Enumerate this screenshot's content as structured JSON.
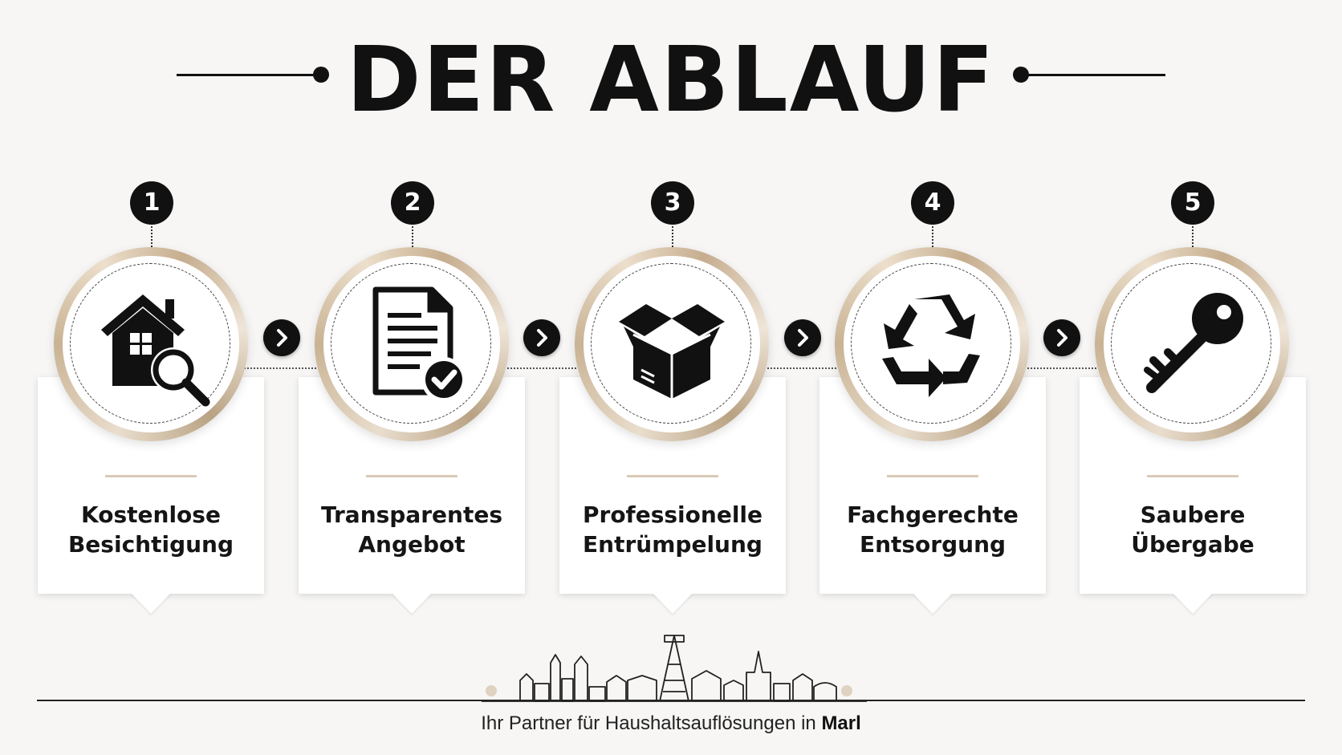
{
  "title": "DER ABLAUF",
  "steps": [
    {
      "number": "1",
      "icon": "house-magnifier-icon",
      "label_line1": "Kostenlose",
      "label_line2": "Besichtigung"
    },
    {
      "number": "2",
      "icon": "document-check-icon",
      "label_line1": "Transparentes",
      "label_line2": "Angebot"
    },
    {
      "number": "3",
      "icon": "open-box-icon",
      "label_line1": "Professionelle",
      "label_line2": "Entrümpelung"
    },
    {
      "number": "4",
      "icon": "recycle-icon",
      "label_line1": "Fachgerechte",
      "label_line2": "Entsorgung"
    },
    {
      "number": "5",
      "icon": "key-icon",
      "label_line1": "Saubere",
      "label_line2": "Übergabe"
    }
  ],
  "footer": {
    "text": "Ihr Partner für Haushaltsauflösungen in",
    "city": "Marl"
  },
  "colors": {
    "accent_gold": "#c6ad8e",
    "dark": "#111111",
    "background": "#f7f6f5"
  }
}
